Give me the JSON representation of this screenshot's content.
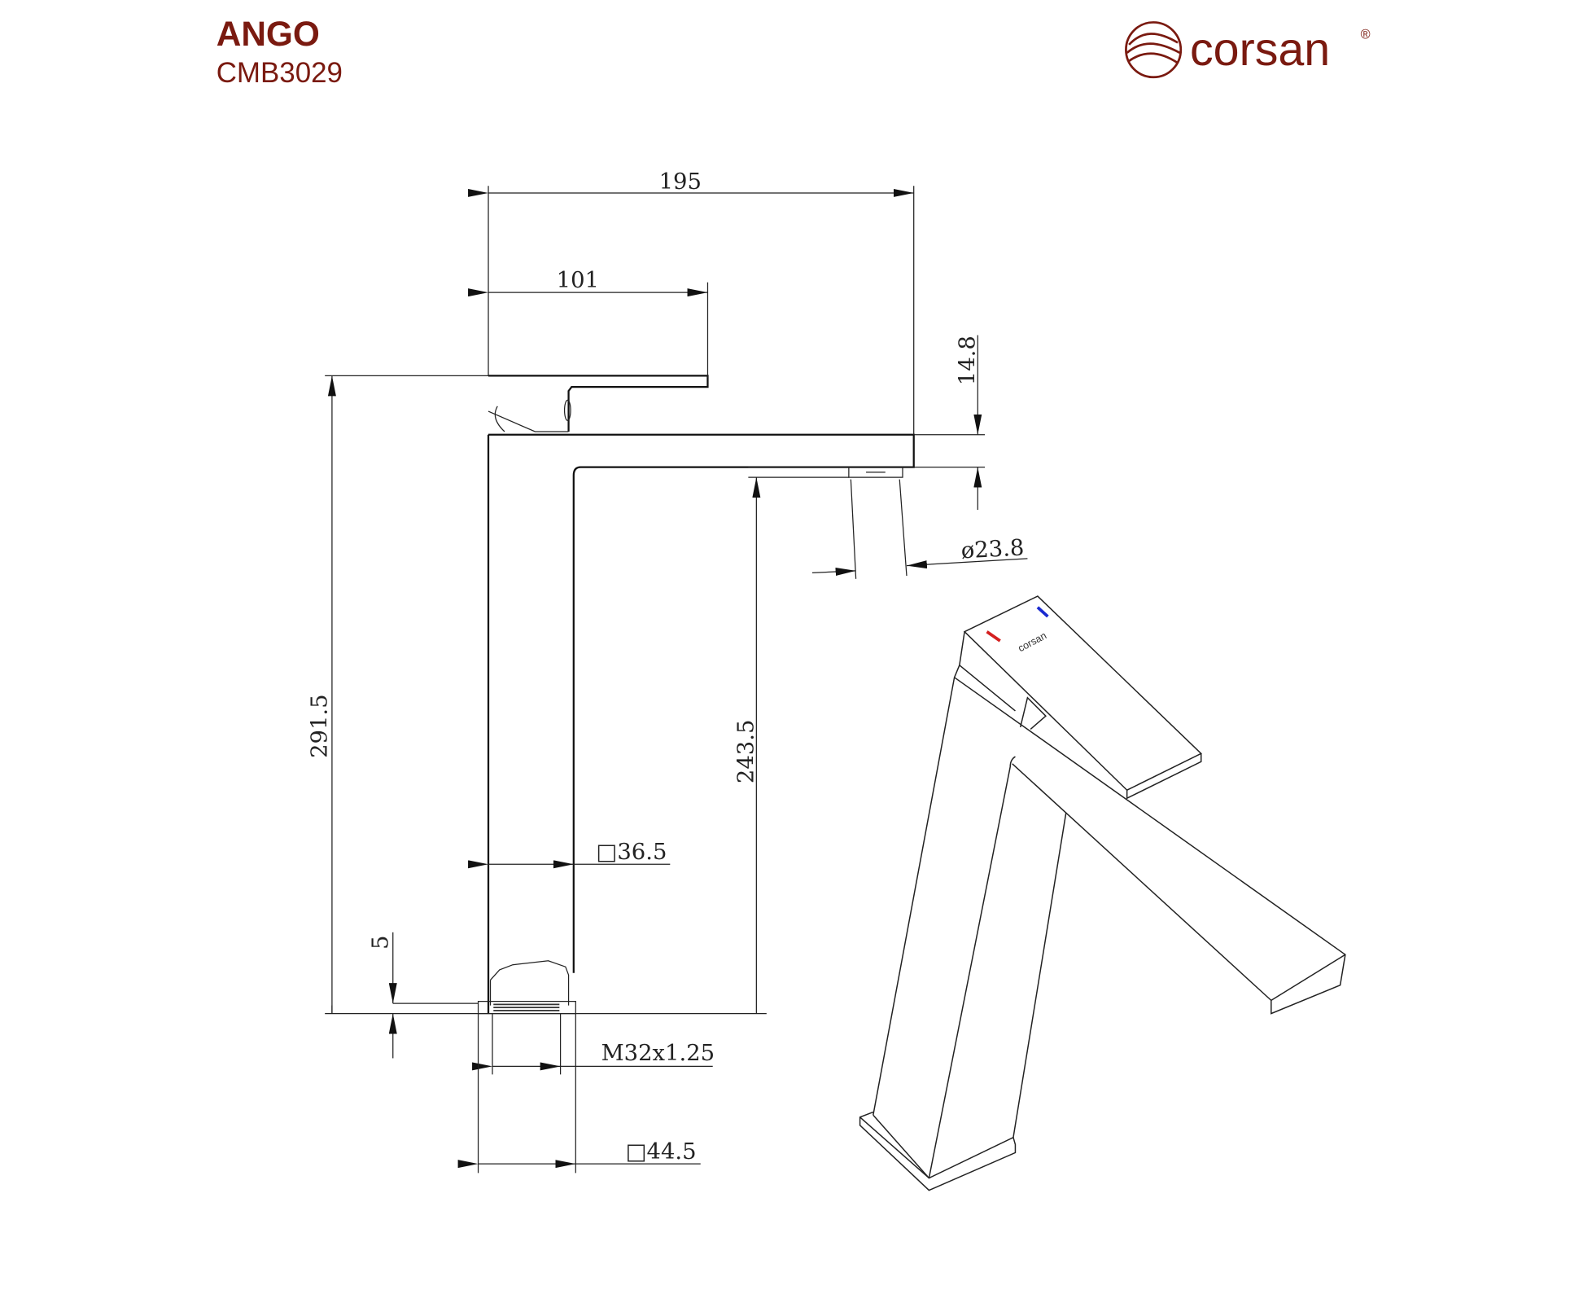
{
  "header": {
    "product_name": "ANGO",
    "product_code": "CMB3029",
    "brand": "corsan",
    "registered_mark": "®",
    "brand_color": "#7a1a10"
  },
  "side_view": {
    "dimensions": {
      "overall_length": "195",
      "handle_length": "101",
      "spout_thickness": "14.8",
      "overall_height": "291.5",
      "spout_height": "243.5",
      "aerator_diameter": "ø23.8",
      "body_square": "□36.5",
      "base_offset": "5",
      "thread": "M32x1.25",
      "base_square": "□44.5"
    }
  },
  "iso_view": {
    "handle_logo": "corsan",
    "hot_marker_color": "#d42020",
    "cold_marker_color": "#1a2ad0"
  }
}
